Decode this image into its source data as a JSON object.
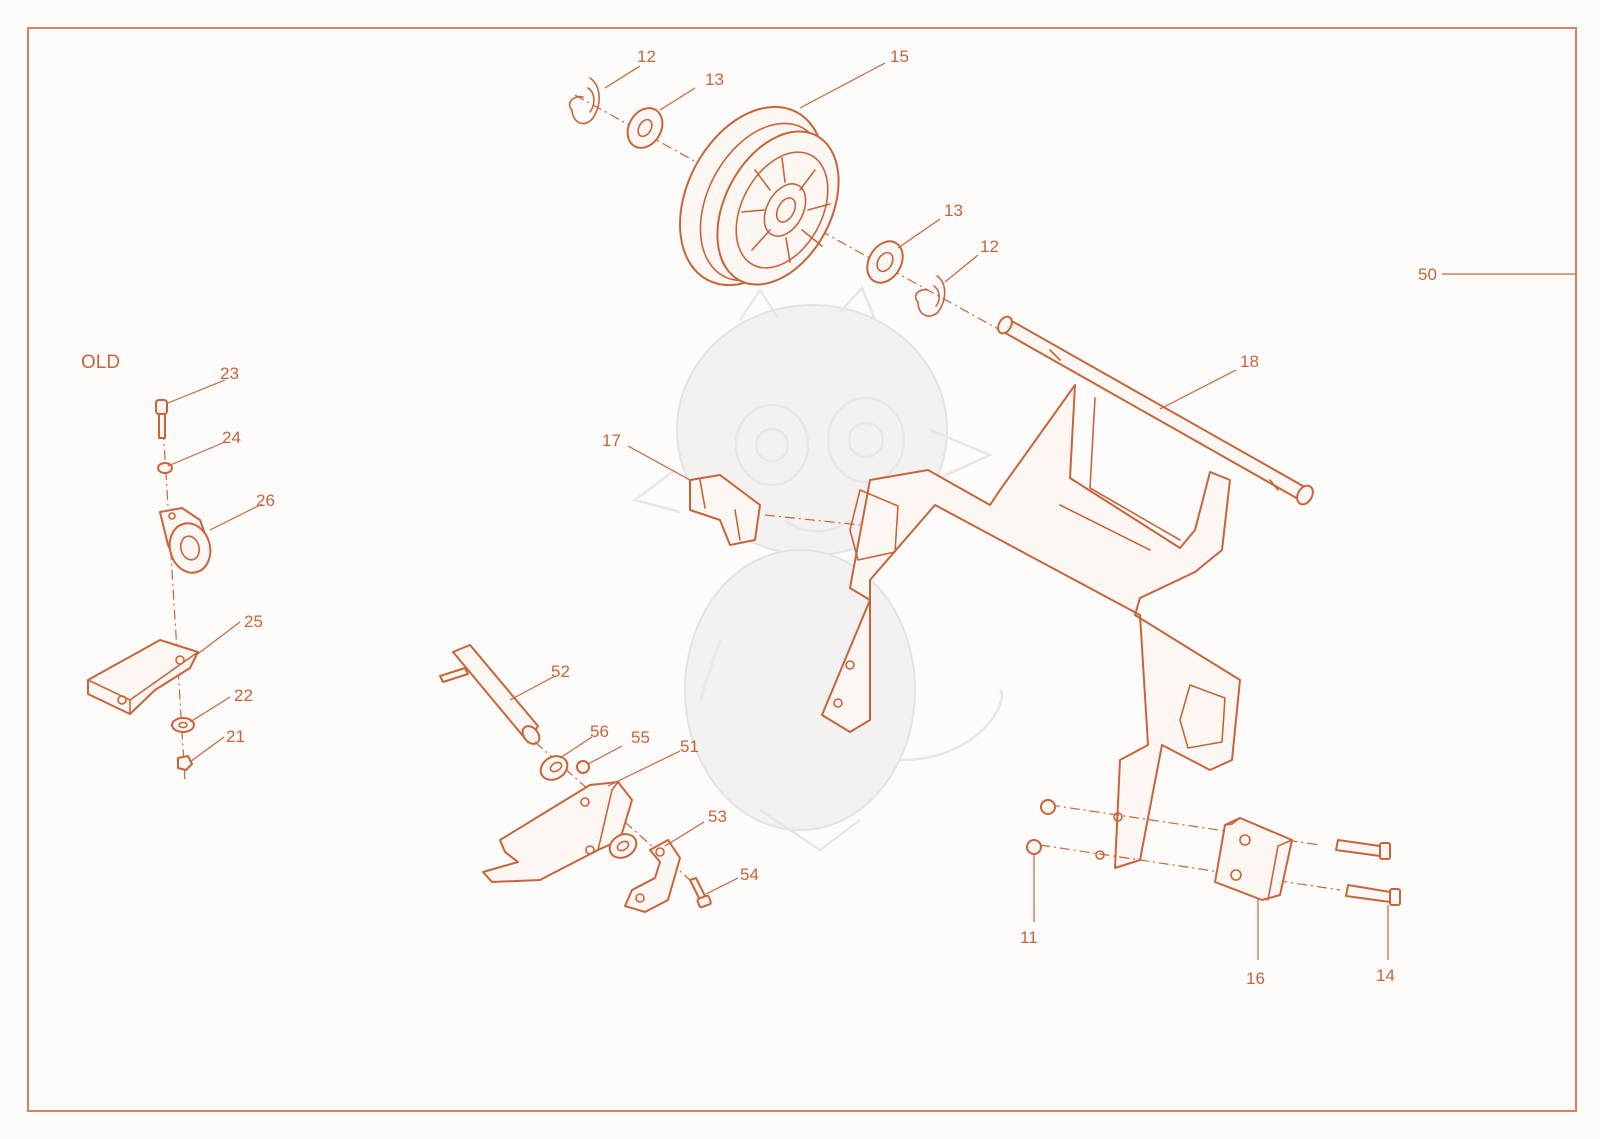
{
  "heading": "OLD",
  "callouts": [
    "12",
    "13",
    "15",
    "13",
    "12",
    "50",
    "18",
    "17",
    "23",
    "24",
    "26",
    "25",
    "22",
    "21",
    "52",
    "56",
    "55",
    "51",
    "53",
    "54",
    "11",
    "16",
    "14"
  ],
  "colors": {
    "line": "#c8643c",
    "frame": "#d4825f",
    "background": "#fdfcfb"
  }
}
